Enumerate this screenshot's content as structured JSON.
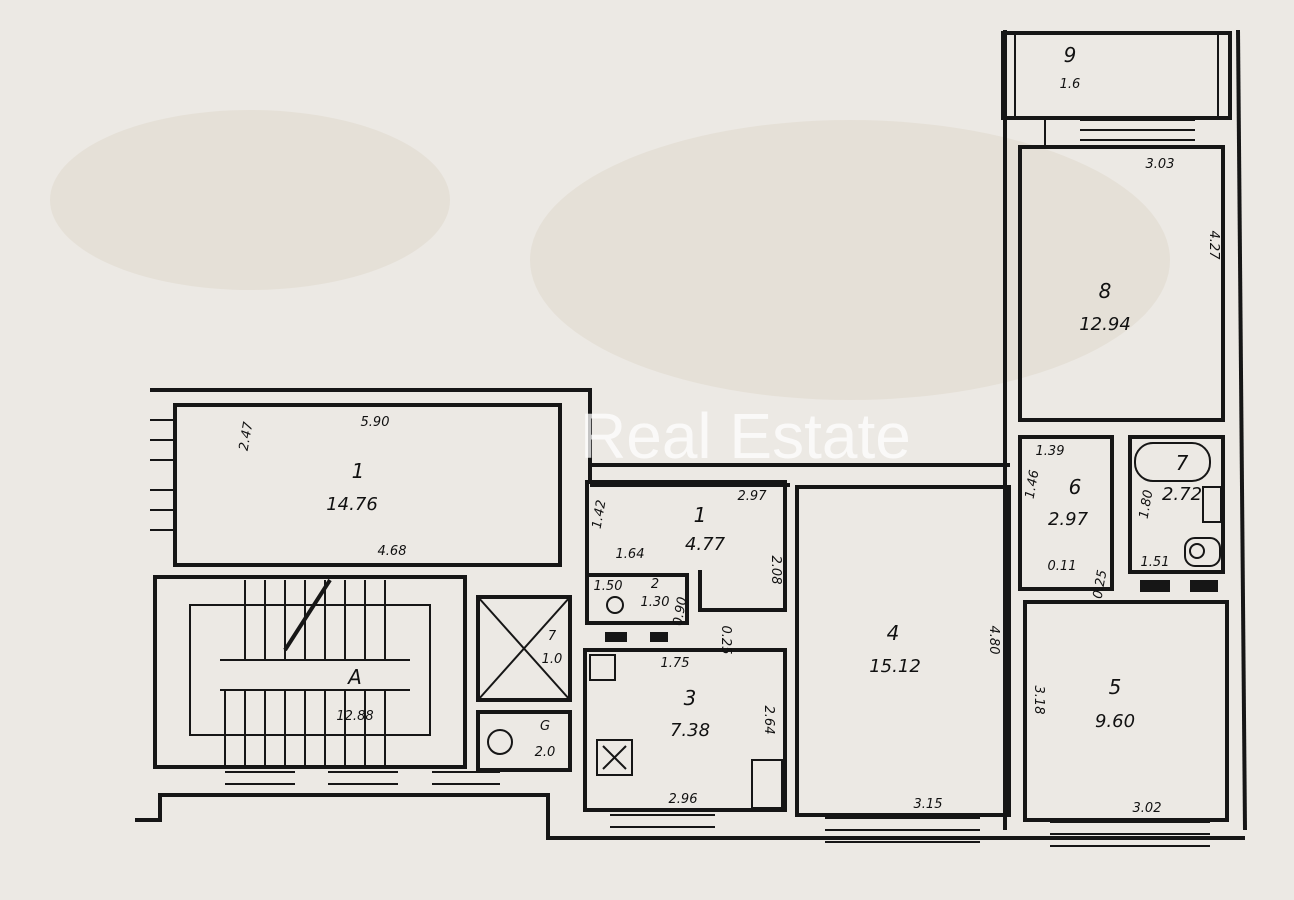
{
  "watermark": "Real Estate",
  "rooms": [
    {
      "number": "9",
      "area": "1.6"
    },
    {
      "number": "8",
      "area": "12.94"
    },
    {
      "number": "6",
      "area": "2.97"
    },
    {
      "number": "7",
      "area": "2.72"
    },
    {
      "number": "5",
      "area": "9.60"
    },
    {
      "number": "4",
      "area": "15.12"
    },
    {
      "number": "3",
      "area": "7.38"
    },
    {
      "number": "1",
      "area": "4.77"
    },
    {
      "number": "2",
      "area": "1.30"
    },
    {
      "number": "1",
      "area": "14.76"
    },
    {
      "number": "A",
      "area": "12.88"
    },
    {
      "number": "7",
      "area": "1.0"
    },
    {
      "number": "G",
      "area": "2.0"
    }
  ],
  "dimensions": {
    "room8_width": "3.03",
    "room8_length": "4.27",
    "room6_width": "1.39",
    "room6_length": "1.46",
    "room6_small": "0.11",
    "room6_door": "0.25",
    "room7_width": "1.51",
    "room7_length": "1.80",
    "room5_width": "3.02",
    "room5_length": "3.18",
    "room4_width": "3.15",
    "room4_length": "4.80",
    "room3_width": "2.96",
    "room3_length": "2.64",
    "room3_top": "1.75",
    "room3_small": "0.25",
    "hall_width": "2.97",
    "hall_left": "1.42",
    "hall_bottom": "1.64",
    "hall_right": "2.08",
    "wc_width": "1.50",
    "wc_length": "0.90",
    "big_room_width": "5.90",
    "big_room_length": "2.47",
    "stair_width": "4.68"
  }
}
